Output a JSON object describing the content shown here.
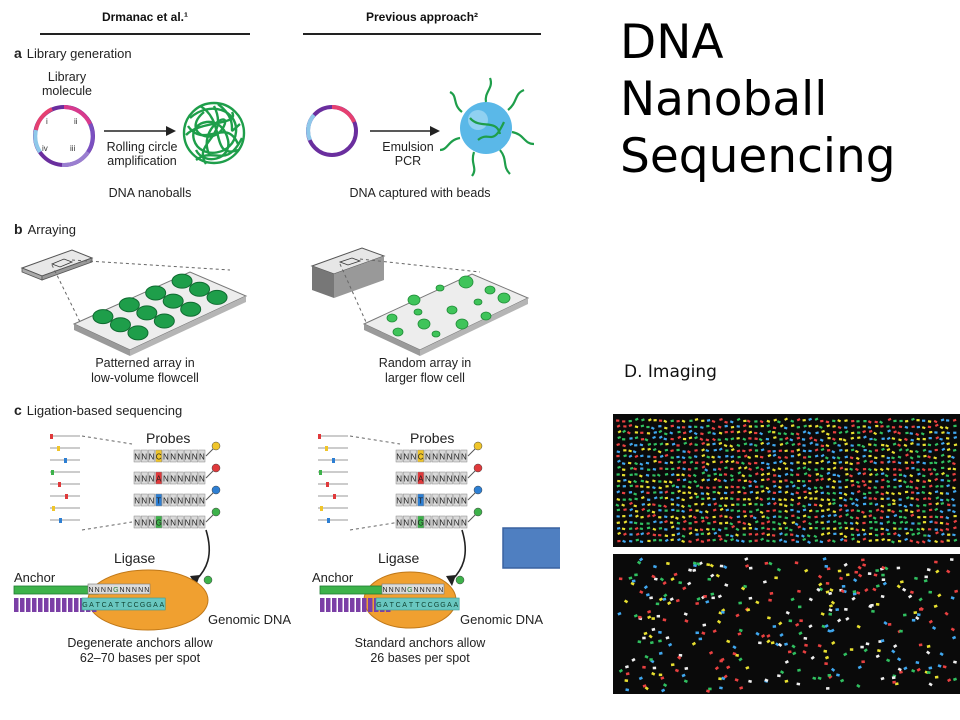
{
  "slide": {
    "title_lines": [
      "DNA",
      "Nanoball",
      "Sequencing"
    ],
    "imaging_label": "D. Imaging"
  },
  "figure": {
    "col_left_header": "Drmanac et al.¹",
    "col_right_header": "Previous approach²",
    "section_a": {
      "letter": "a",
      "title": "Library generation"
    },
    "section_b": {
      "letter": "b",
      "title": "Arraying"
    },
    "section_c": {
      "letter": "c",
      "title": "Ligation-based sequencing"
    },
    "library_molecule": [
      "Library",
      "molecule"
    ],
    "segments": [
      "i",
      "ii",
      "iii",
      "iv"
    ],
    "rca": [
      "Rolling circle",
      "amplification"
    ],
    "epcr": [
      "Emulsion",
      "PCR"
    ],
    "a_left_caption": "DNA nanoballs",
    "a_right_caption": "DNA captured with beads",
    "b_left_caption": [
      "Patterned array in",
      "low-volume flowcell"
    ],
    "b_right_caption": [
      "Random array in",
      "larger flow cell"
    ],
    "probes": "Probes",
    "ligase": "Ligase",
    "anchor": "Anchor",
    "genomic_dna": "Genomic DNA",
    "probe_seqs_left": [
      "NNNCNNNNNN",
      "NNNANNNNNN",
      "NNNTNNNNNN",
      "NNNGNNNNNN"
    ],
    "probe_seqs_right": [
      "NNNCNNNNNN",
      "NNNANNNNNN",
      "NNNTNNNNNN",
      "NNNGNNNNNN"
    ],
    "ligated_top": "NNNNGNNNNN",
    "ligated_bottom": "GATCATTCCGGAA",
    "c_left_caption": [
      "Degenerate anchors allow",
      "62–70 bases per spot"
    ],
    "c_right_caption": [
      "Standard anchors allow",
      "26 bases per spot"
    ]
  },
  "colors": {
    "nanoball_green": "#1e9e4a",
    "bead_blue": "#5ab8e8",
    "arrow_blue": "#4f7fc1",
    "base_C": "#f0c52a",
    "base_A": "#e0393b",
    "base_T": "#2d7fd3",
    "base_G": "#3db24a",
    "ligase": "#f0a030"
  },
  "imaging": {
    "panels": [
      "dense-patterned-array",
      "sparse-random-array"
    ],
    "spot_colors": [
      "#e8e030",
      "#e84040",
      "#30c060",
      "#40a8f0",
      "#f0f0f0"
    ]
  }
}
